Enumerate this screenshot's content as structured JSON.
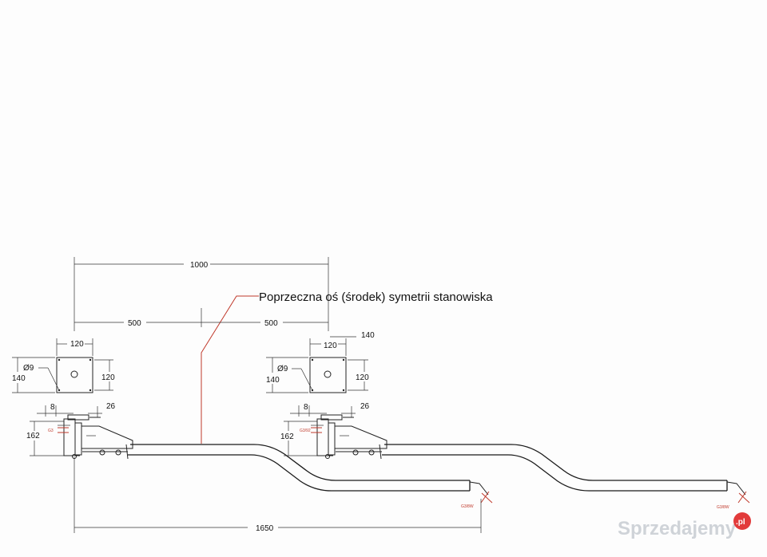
{
  "annotation": "Poprzeczna oś (środek) symetrii stanowiska",
  "dimensions": {
    "top_total": "1000",
    "left_half": "500",
    "right_half": "500",
    "bottom_total": "1650",
    "extra_140": "140"
  },
  "plate_left": {
    "width": "120",
    "height": "120",
    "outer": "140",
    "hole": "Ø9",
    "offset": "8",
    "top": "26",
    "height_total": "162",
    "tag": "G3"
  },
  "plate_right": {
    "width": "120",
    "height": "120",
    "outer": "140",
    "hole": "Ø9",
    "offset": "8",
    "top": "26",
    "height_total": "162",
    "tag": "G3/92"
  },
  "end_tags": [
    "G3/8W",
    "G3/8W"
  ],
  "watermark": {
    "text": "Sprzedajemy",
    "suffix": ".pl",
    "accent": "#e23b3b"
  },
  "colors": {
    "line": "#222222",
    "symmetry_axis": "#c0392b"
  }
}
